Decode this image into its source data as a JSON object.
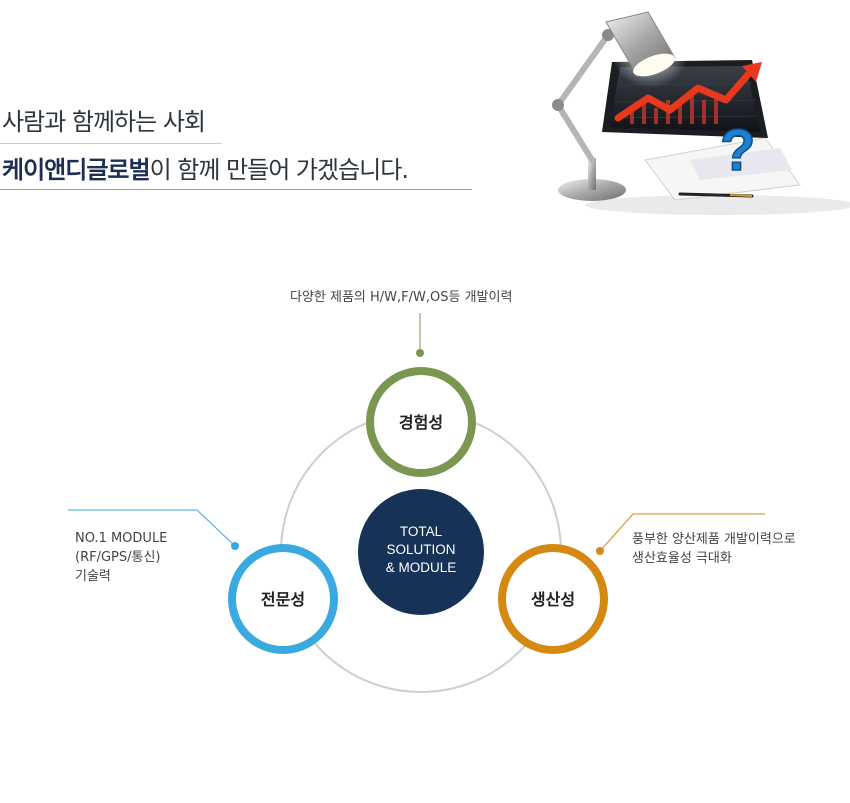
{
  "header": {
    "line1": "사람과 함께하는 사회",
    "brand": "케이앤디글로벌",
    "line2_rest": "이 함께 만들어 가겠습니다."
  },
  "center": {
    "line1": "TOTAL",
    "line2": "SOLUTION",
    "line3": "& MODULE"
  },
  "nodes": {
    "experience": {
      "label": "경험성",
      "desc": "다양한 제품의 H/W,F/W,OS등 개발이력"
    },
    "expertise": {
      "label": "전문성",
      "desc_lines": [
        "NO.1 MODULE",
        "(RF/GPS/통신)",
        "기술력"
      ]
    },
    "productivity": {
      "label": "생산성",
      "desc_lines": [
        "풍부한 양산제품 개발이력으로",
        "생산효율성 극대화"
      ]
    }
  },
  "colors": {
    "experience": "#7a9650",
    "expertise": "#3aa9e0",
    "productivity": "#d48a12",
    "center": "#163257",
    "orbit": "#cfcfcf"
  },
  "illustration": {
    "icons": [
      "desk-lamp-icon",
      "tablet-chart-icon",
      "question-mark-icon",
      "pen-icon",
      "document-icon"
    ]
  }
}
